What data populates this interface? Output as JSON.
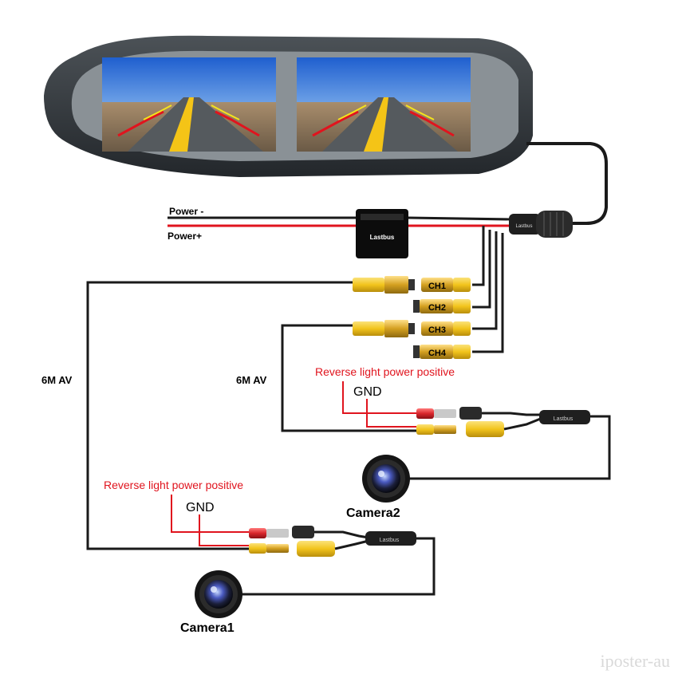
{
  "labels": {
    "power_minus": "Power -",
    "power_plus": "Power+",
    "control_box_brand": "Lastbus",
    "connector_brand": "Lastbus",
    "ch1": "CH1",
    "ch2": "CH2",
    "ch3": "CH3",
    "ch4": "CH4",
    "av_cable_left": "6M AV",
    "av_cable_mid": "6M AV",
    "reverse_power_2": "Reverse light power positive",
    "gnd_2": "GND",
    "cam2_plug_brand": "Lastbus",
    "camera2": "Camera2",
    "reverse_power_1": "Reverse light power positive",
    "gnd_1": "GND",
    "cam1_plug_brand": "Lastbus",
    "camera1": "Camera1",
    "watermark": "iposter-au"
  },
  "colors": {
    "wire_black": "#1a1a1a",
    "wire_red": "#e0141e",
    "rca_yellow": "#f2c41c",
    "rca_red": "#d8262c",
    "label_red": "#e0141e",
    "mirror_body": "#3a3f44",
    "road_sky": "#2f6fd1"
  },
  "icons": {
    "mirror": "rear-view-mirror-monitor",
    "camera": "fisheye-camera-lens",
    "control_box": "power-control-box",
    "rca_plug": "rca-connector"
  }
}
